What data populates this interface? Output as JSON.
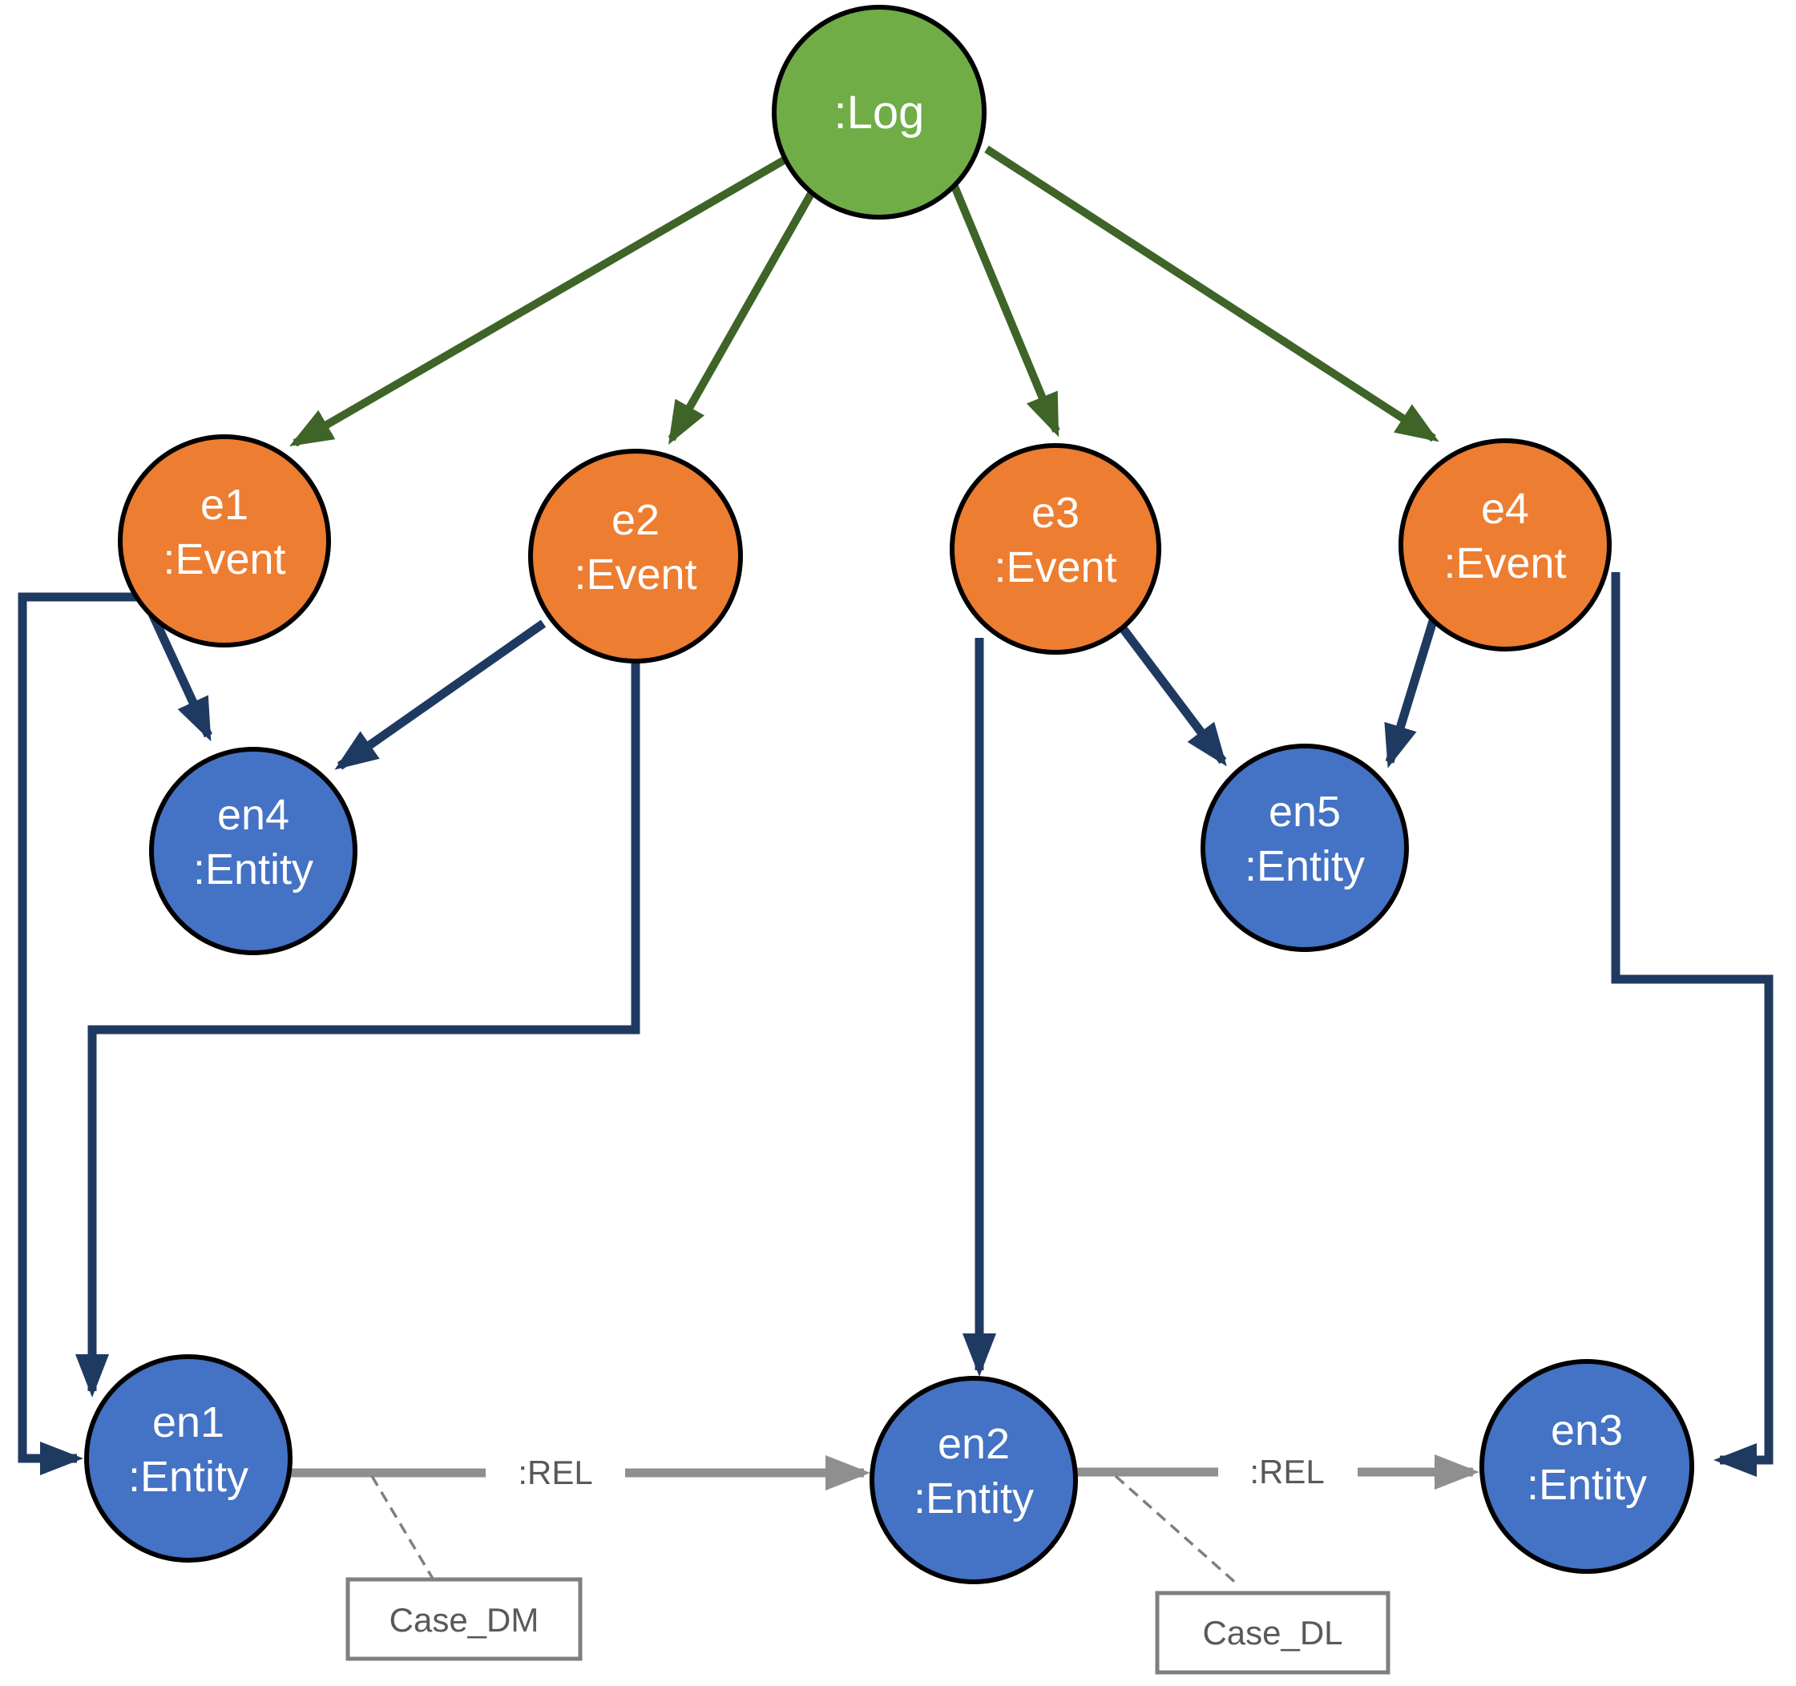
{
  "colors": {
    "log_green": "#70AD47",
    "event_orange": "#ED7D31",
    "entity_blue": "#4472C4",
    "log_edge_green": "#3E6428",
    "event_edge_navy": "#1F3A61",
    "rel_gray": "#8F8F8F",
    "callout_gray": "#7F7F7F",
    "label_gray": "#595959",
    "node_text": "#FFFFFF"
  },
  "nodes": {
    "log": {
      "label": ":Log"
    },
    "e1": {
      "name": "e1",
      "type": ":Event"
    },
    "e2": {
      "name": "e2",
      "type": ":Event"
    },
    "e3": {
      "name": "e3",
      "type": ":Event"
    },
    "e4": {
      "name": "e4",
      "type": ":Event"
    },
    "en1": {
      "name": "en1",
      "type": ":Entity"
    },
    "en2": {
      "name": "en2",
      "type": ":Entity"
    },
    "en3": {
      "name": "en3",
      "type": ":Entity"
    },
    "en4": {
      "name": "en4",
      "type": ":Entity"
    },
    "en5": {
      "name": "en5",
      "type": ":Entity"
    }
  },
  "edges": {
    "rel1_label": ":REL",
    "rel2_label": ":REL"
  },
  "callouts": {
    "case_dm": "Case_DM",
    "case_dl": "Case_DL"
  }
}
